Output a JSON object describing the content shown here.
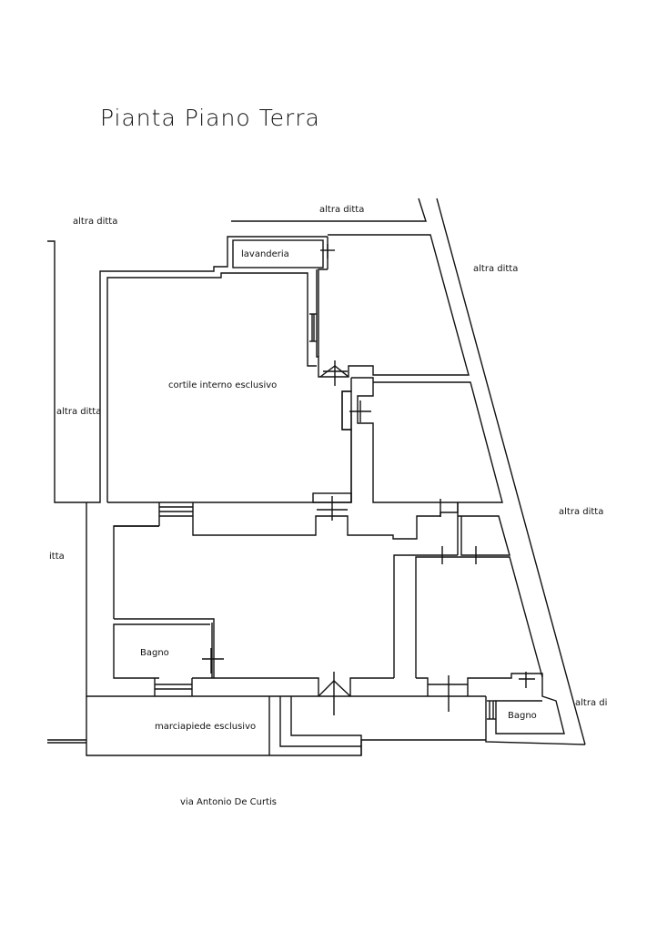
{
  "title": "Pianta Piano Terra",
  "labels": {
    "neighbor_top_left": "altra ditta",
    "neighbor_top": "altra ditta",
    "neighbor_right_top": "altra ditta",
    "neighbor_left": "altra ditta",
    "neighbor_right_mid": "altra ditta",
    "neighbor_left_cut": "itta",
    "neighbor_right_bottom": "altra di",
    "laundry": "lavanderia",
    "courtyard": "cortile interno esclusivo",
    "bathroom_left": "Bagno",
    "bathroom_right": "Bagno",
    "sidewalk": "marciapiede esclusivo",
    "street": "via Antonio De Curtis"
  }
}
